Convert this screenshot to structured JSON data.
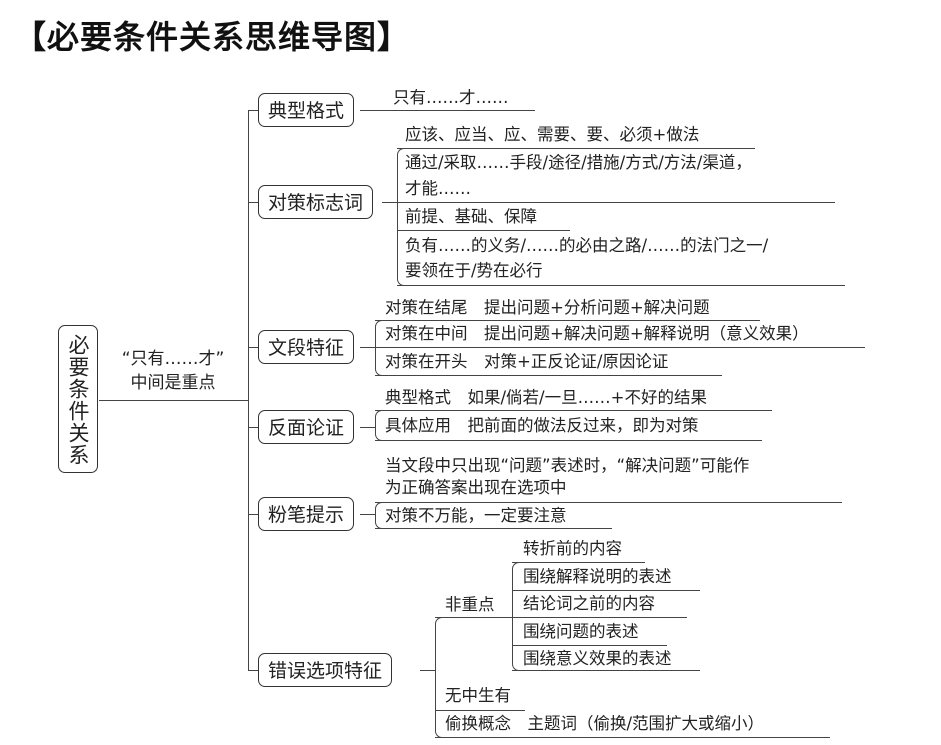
{
  "title": "【必要条件关系思维导图】",
  "root": {
    "label": "必要条件关系",
    "note_line1": "“只有……才”",
    "note_line2": "中间是重点"
  },
  "branches": [
    {
      "label": "典型格式",
      "leaves": [
        "只有……才……"
      ]
    },
    {
      "label": "对策标志词",
      "leaves": [
        "应该、应当、应、需要、要、必须+做法",
        "通过/采取……手段/途径/措施/方式/方法/渠道，",
        "才能……",
        "前提、基础、保障",
        "负有……的义务/……的必由之路/……的法门之一/",
        "要领在于/势在必行"
      ]
    },
    {
      "label": "文段特征",
      "leaves": [
        "对策在结尾　提出问题+分析问题+解决问题",
        "对策在中间　提出问题+解决问题+解释说明（意义效果）",
        "对策在开头　对策+正反论证/原因论证"
      ]
    },
    {
      "label": "反面论证",
      "leaves": [
        "典型格式　如果/倘若/一旦……+不好的结果",
        "具体应用　把前面的做法反过来，即为对策"
      ]
    },
    {
      "label": "粉笔提示",
      "leaves": [
        "当文段中只出现“问题”表述时，“解决问题”可能作",
        "为正确答案出现在选项中",
        "对策不万能，一定要注意"
      ]
    },
    {
      "label": "错误选项特征",
      "sub_label": "非重点",
      "sub_leaves": [
        "转折前的内容",
        "围绕解释说明的表述",
        "结论词之前的内容",
        "围绕问题的表述",
        "围绕意义效果的表述"
      ],
      "leaves": [
        "无中生有",
        "偷换概念　主题词（偷换/范围扩大或缩小）"
      ]
    }
  ]
}
